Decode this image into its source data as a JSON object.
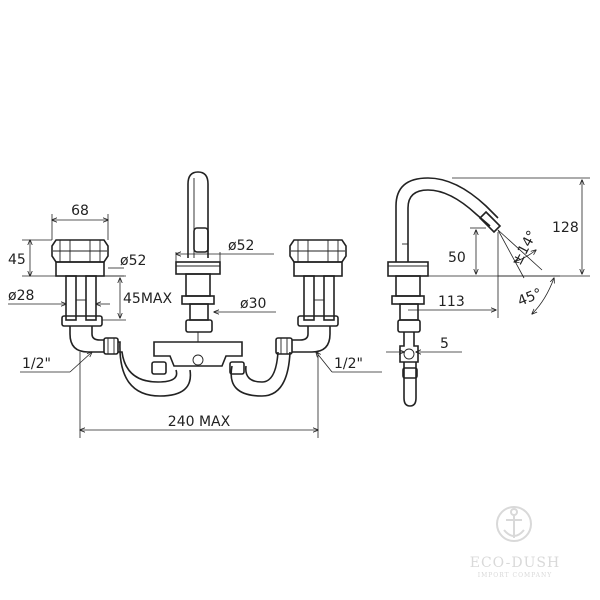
{
  "front_view": {
    "dims": {
      "handle_width": "68",
      "handle_height": "45",
      "handle_base_diameter": "ø52",
      "shank_diameter": "ø28",
      "shank_length": "45MAX",
      "spout_base_diameter": "ø52",
      "spout_shank_diameter": "ø30",
      "left_thread": "1/2\"",
      "right_thread": "1/2\"",
      "overall_width": "240 MAX"
    }
  },
  "side_view": {
    "dims": {
      "total_height": "128",
      "spout_outlet_height": "50",
      "swivel_angle": "±14°",
      "reach": "113",
      "tilt_angle": "45°",
      "hose_gap": "5"
    }
  },
  "watermark": {
    "brand": "ECO-DUSH",
    "tagline": "IMPORT COMPANY"
  },
  "colors": {
    "line": "#222222",
    "watermark": "#d9d9d9"
  }
}
